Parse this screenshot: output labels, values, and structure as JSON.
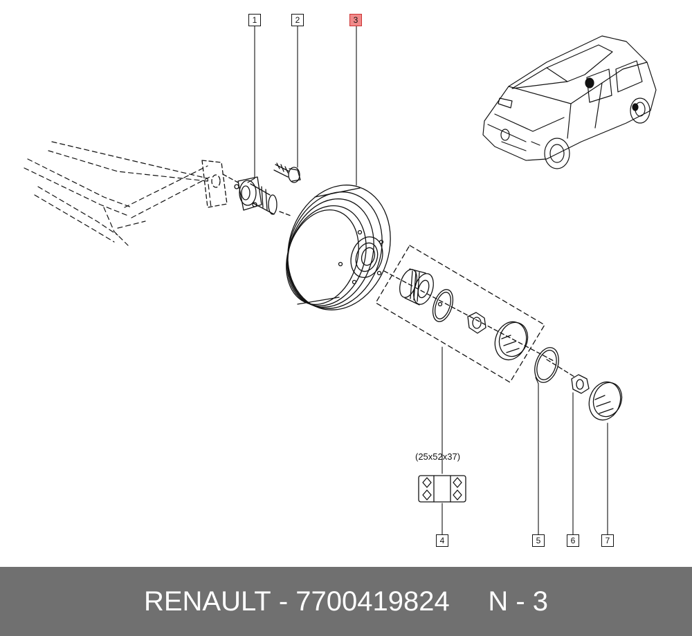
{
  "callouts": [
    {
      "num": "1",
      "highlighted": false
    },
    {
      "num": "2",
      "highlighted": false
    },
    {
      "num": "3",
      "highlighted": true
    },
    {
      "num": "4",
      "highlighted": false
    },
    {
      "num": "5",
      "highlighted": false
    },
    {
      "num": "6",
      "highlighted": false
    },
    {
      "num": "7",
      "highlighted": false
    }
  ],
  "bearing_dimensions": "(25x52x37)",
  "footer": {
    "brand": "RENAULT",
    "separator": "-",
    "part_number": "7700419824",
    "ref": "N - 3"
  },
  "colors": {
    "highlight": "#f08a8a",
    "footer_bg": "#707070",
    "footer_text": "#ffffff"
  }
}
